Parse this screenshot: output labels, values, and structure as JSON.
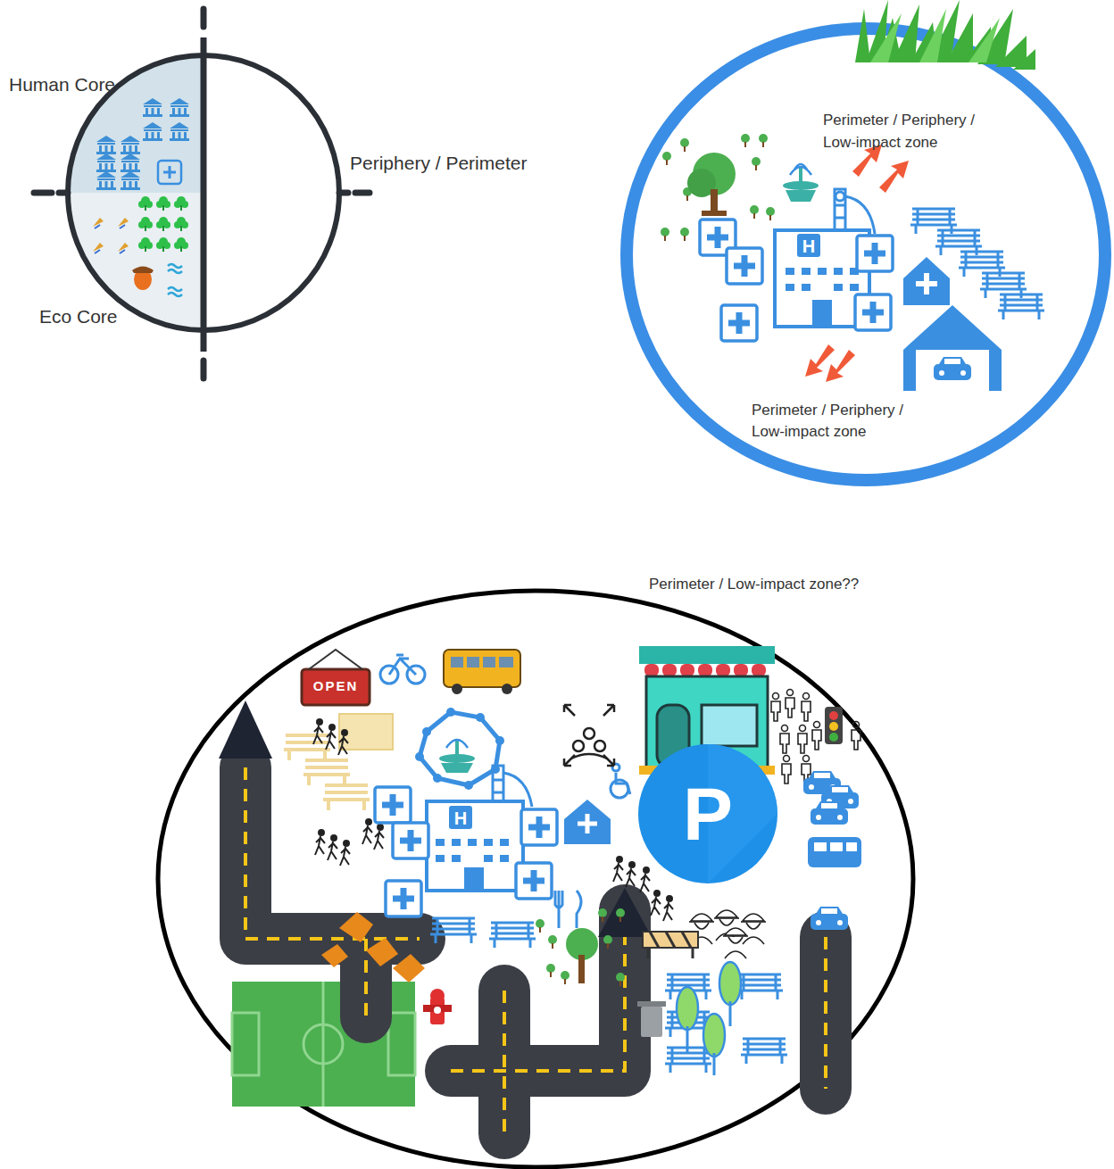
{
  "diagram": {
    "labels": [
      "Human Core",
      "Eco Core",
      "Periphery / Perimeter",
      "Perimeter / Periphery / Low-impact zone",
      "Perimeter / Periphery / Low-impact zone",
      "Perimeter / Low-impact zone??",
      "OPEN",
      "P",
      "H",
      "H"
    ]
  }
}
